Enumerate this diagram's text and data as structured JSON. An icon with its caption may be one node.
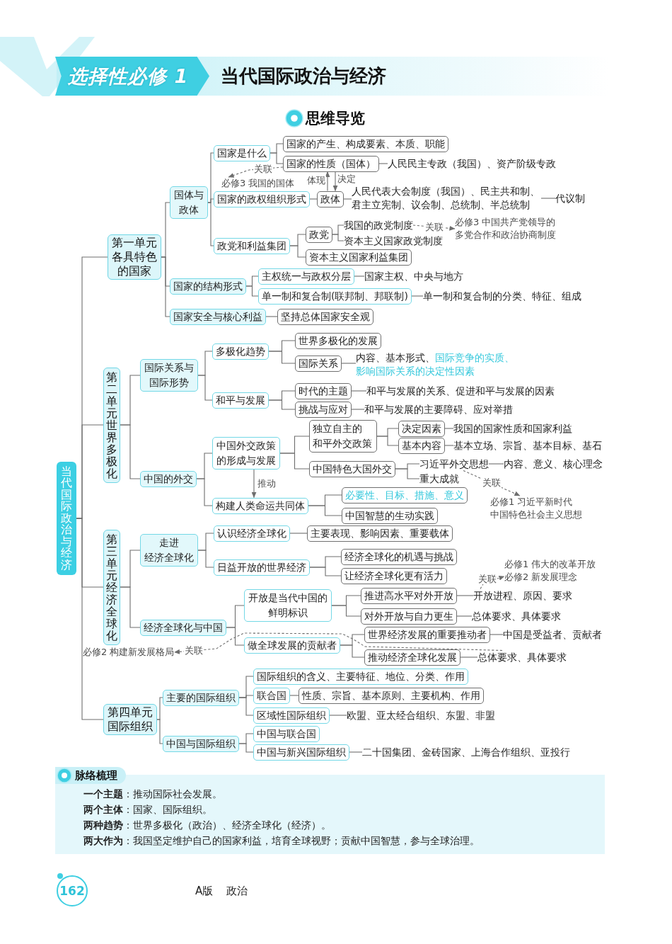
{
  "diagram": {
    "title": "当代国际政治与经济",
    "nodes": [
      {
        "text": [
          "当代国际政治与经济"
        ]
      },
      {
        "text": [
          "第一单元各具特色的国家"
        ]
      },
      {
        "text": [
          "国体与政体"
        ]
      },
      {
        "text": [
          "国家是什么"
        ]
      },
      {
        "text": [
          "国家的产生、构成要素、本质、职能"
        ]
      },
      {
        "text": [
          "国家的性质（国体）"
        ]
      },
      {
        "text": [
          "人民民主专政（我国）、资产阶级专政"
        ]
      },
      {
        "text": [
          "必修3 我国的国体"
        ]
      },
      {
        "text": [
          "国家的政权组织形式"
        ]
      },
      {
        "text": [
          "政体"
        ]
      },
      {
        "text": [
          "人民代表大会制度（我国）、民主共和制、君主立宪制、议会制、总统制、半总统制"
        ]
      },
      {
        "text": [
          "代议制"
        ]
      },
      {
        "text": [
          "政党和利益集团"
        ]
      },
      {
        "text": [
          "政党"
        ]
      },
      {
        "text": [
          "我国的政党制度"
        ]
      },
      {
        "text": [
          "必修3 中国共产党领导的多党合作和政治协商制度"
        ]
      },
      {
        "text": [
          "资本主义国家政党制度"
        ]
      },
      {
        "text": [
          "资本主义国家利益集团"
        ]
      },
      {
        "text": [
          "国家的结构形式"
        ]
      },
      {
        "text": [
          "主权统一与政权分层"
        ]
      },
      {
        "text": [
          "国家主权、中央与地方"
        ]
      },
      {
        "text": [
          "单一制和复合制(联邦制、邦联制)"
        ]
      },
      {
        "text": [
          "单一制和复合制的分类、特征、组成"
        ]
      },
      {
        "text": [
          "国家安全与核心利益"
        ]
      },
      {
        "text": [
          "坚持总体国家安全观"
        ]
      },
      {
        "text": [
          "第二单元世界多极化"
        ]
      },
      {
        "text": [
          "国际关系与国际形势"
        ]
      },
      {
        "text": [
          "多极化趋势"
        ]
      },
      {
        "text": [
          "世界多极化的发展"
        ]
      },
      {
        "text": [
          "国际关系"
        ]
      },
      {
        "text": [
          "内容、基本形式、",
          "国际竞争的实质、影响国际关系的决定性因素"
        ]
      },
      {
        "text": [
          "和平与发展"
        ]
      },
      {
        "text": [
          "时代的主题"
        ]
      },
      {
        "text": [
          "和平与发展的关系、促进和平与发展的因素"
        ]
      },
      {
        "text": [
          "挑战与应对"
        ]
      },
      {
        "text": [
          "和平与发展的主要障碍、应对举措"
        ]
      },
      {
        "text": [
          "中国的外交"
        ]
      },
      {
        "text": [
          "中国外交政策的形成与发展"
        ]
      },
      {
        "text": [
          "独立自主的和平外交政策"
        ]
      },
      {
        "text": [
          "决定因素"
        ]
      },
      {
        "text": [
          "我国的国家性质和国家利益"
        ]
      },
      {
        "text": [
          "基本内容"
        ]
      },
      {
        "text": [
          "基本立场、宗旨、基本目标、基石"
        ]
      },
      {
        "text": [
          "中国特色大国外交"
        ]
      },
      {
        "text": [
          "习近平外交思想"
        ]
      },
      {
        "text": [
          "内容、意义、核心理念"
        ]
      },
      {
        "text": [
          "必修1 习近平新时代中国特色社会主义思想"
        ]
      },
      {
        "text": [
          "重大成就"
        ]
      },
      {
        "text": [
          "构建人类命运共同体"
        ]
      },
      {
        "text": [
          "必要性、目标、措施、意义"
        ]
      },
      {
        "text": [
          "中国智慧的生动实践"
        ]
      },
      {
        "text": [
          "第三单元经济全球化"
        ]
      },
      {
        "text": [
          "走进经济全球化"
        ]
      },
      {
        "text": [
          "认识经济全球化"
        ]
      },
      {
        "text": [
          "主要表现、影响因素、重要载体"
        ]
      },
      {
        "text": [
          "日益开放的世界经济"
        ]
      },
      {
        "text": [
          "经济全球化的机遇与挑战"
        ]
      },
      {
        "text": [
          "让经济全球化更有活力"
        ]
      },
      {
        "text": [
          "经济全球化与中国"
        ]
      },
      {
        "text": [
          "开放是当代中国的鲜明标识"
        ]
      },
      {
        "text": [
          "推进高水平对外开放"
        ]
      },
      {
        "text": [
          "开放进程、原因、要求"
        ]
      },
      {
        "text": [
          "必修1 伟大的改革开放",
          "必修2 新发展理念"
        ]
      },
      {
        "text": [
          "对外开放与自力更生"
        ]
      },
      {
        "text": [
          "总体要求、具体要求"
        ]
      },
      {
        "text": [
          "做全球发展的贡献者"
        ]
      },
      {
        "text": [
          "世界经济发展的重要推动者"
        ]
      },
      {
        "text": [
          "中国是受益者、贡献者"
        ]
      },
      {
        "text": [
          "推动经济全球化发展"
        ]
      },
      {
        "text": [
          "总体要求、具体要求"
        ]
      },
      {
        "text": [
          "必修2 构建新发展格局"
        ]
      },
      {
        "text": [
          "第四单元国际组织"
        ]
      },
      {
        "text": [
          "主要的国际组织"
        ]
      },
      {
        "text": [
          "国际组织的含义、主要特征、地位、分类、作用"
        ]
      },
      {
        "text": [
          "联合国"
        ]
      },
      {
        "text": [
          "性质、宗旨、基本原则、主要机构、作用"
        ]
      },
      {
        "text": [
          "区域性国际组织"
        ]
      },
      {
        "text": [
          "欧盟、亚太经合组织、东盟、非盟"
        ]
      },
      {
        "text": [
          "中国与国际组织"
        ]
      },
      {
        "text": [
          "中国与联合国"
        ]
      },
      {
        "text": [
          "中国与新兴国际组织"
        ]
      },
      {
        "text": [
          "二十国集团、金砖国家、上海合作组织、亚投行"
        ]
      }
    ],
    "edges": [
      {
        "from": 0,
        "to": 1,
        "arrow": "none"
      },
      {
        "from": 0,
        "to": 25,
        "arrow": "none"
      },
      {
        "from": 0,
        "to": 51,
        "arrow": "none"
      },
      {
        "from": 0,
        "to": 71,
        "arrow": "none"
      },
      {
        "from": 1,
        "to": 2,
        "arrow": "none"
      },
      {
        "from": 1,
        "to": 18,
        "arrow": "none"
      },
      {
        "from": 1,
        "to": 23,
        "arrow": "none"
      },
      {
        "from": 2,
        "to": 3,
        "arrow": "none"
      },
      {
        "from": 2,
        "to": 8,
        "arrow": "none"
      },
      {
        "from": 2,
        "to": 12,
        "arrow": "none"
      },
      {
        "from": 3,
        "to": 4,
        "arrow": "none"
      },
      {
        "from": 3,
        "to": 5,
        "arrow": "none"
      },
      {
        "from": 5,
        "to": 6,
        "arrow": "none"
      },
      {
        "from": 5,
        "to": 7,
        "arrow": "to",
        "label": "关联",
        "style": "dashed"
      },
      {
        "from": 8,
        "to": 9,
        "arrow": "none"
      },
      {
        "from": 9,
        "to": 5,
        "arrow": "to",
        "label": "体现"
      },
      {
        "from": 5,
        "to": 9,
        "arrow": "to",
        "label": "决定"
      },
      {
        "from": 9,
        "to": 10,
        "arrow": "none"
      },
      {
        "from": 10,
        "to": 11,
        "arrow": "none"
      },
      {
        "from": 12,
        "to": 13,
        "arrow": "none"
      },
      {
        "from": 12,
        "to": 17,
        "arrow": "none"
      },
      {
        "from": 13,
        "to": 14,
        "arrow": "none"
      },
      {
        "from": 13,
        "to": 16,
        "arrow": "none"
      },
      {
        "from": 14,
        "to": 15,
        "arrow": "to",
        "label": "关联",
        "style": "dashed"
      },
      {
        "from": 18,
        "to": 19,
        "arrow": "none"
      },
      {
        "from": 18,
        "to": 21,
        "arrow": "none"
      },
      {
        "from": 19,
        "to": 20,
        "arrow": "none"
      },
      {
        "from": 21,
        "to": 22,
        "arrow": "none"
      },
      {
        "from": 23,
        "to": 24,
        "arrow": "none"
      },
      {
        "from": 25,
        "to": 26,
        "arrow": "none"
      },
      {
        "from": 25,
        "to": 36,
        "arrow": "none"
      },
      {
        "from": 26,
        "to": 27,
        "arrow": "none"
      },
      {
        "from": 26,
        "to": 31,
        "arrow": "none"
      },
      {
        "from": 27,
        "to": 28,
        "arrow": "none"
      },
      {
        "from": 27,
        "to": 29,
        "arrow": "none"
      },
      {
        "from": 29,
        "to": 30,
        "arrow": "none"
      },
      {
        "from": 31,
        "to": 32,
        "arrow": "none"
      },
      {
        "from": 31,
        "to": 34,
        "arrow": "none"
      },
      {
        "from": 32,
        "to": 33,
        "arrow": "none"
      },
      {
        "from": 34,
        "to": 35,
        "arrow": "none"
      },
      {
        "from": 36,
        "to": 37,
        "arrow": "none"
      },
      {
        "from": 36,
        "to": 48,
        "arrow": "none"
      },
      {
        "from": 37,
        "to": 38,
        "arrow": "none"
      },
      {
        "from": 37,
        "to": 43,
        "arrow": "none"
      },
      {
        "from": 38,
        "to": 39,
        "arrow": "none"
      },
      {
        "from": 38,
        "to": 41,
        "arrow": "none"
      },
      {
        "from": 39,
        "to": 40,
        "arrow": "none"
      },
      {
        "from": 41,
        "to": 42,
        "arrow": "none"
      },
      {
        "from": 43,
        "to": 44,
        "arrow": "none"
      },
      {
        "from": 43,
        "to": 47,
        "arrow": "none"
      },
      {
        "from": 44,
        "to": 45,
        "arrow": "none"
      },
      {
        "from": 44,
        "to": 46,
        "arrow": "to",
        "label": "关联",
        "style": "dashed"
      },
      {
        "from": 37,
        "to": 48,
        "arrow": "to",
        "label": "推动"
      },
      {
        "from": 48,
        "to": 49,
        "arrow": "none"
      },
      {
        "from": 48,
        "to": 50,
        "arrow": "none"
      },
      {
        "from": 51,
        "to": 52,
        "arrow": "none"
      },
      {
        "from": 51,
        "to": 58,
        "arrow": "none"
      },
      {
        "from": 52,
        "to": 53,
        "arrow": "none"
      },
      {
        "from": 52,
        "to": 55,
        "arrow": "none"
      },
      {
        "from": 53,
        "to": 54,
        "arrow": "none"
      },
      {
        "from": 55,
        "to": 56,
        "arrow": "none"
      },
      {
        "from": 55,
        "to": 57,
        "arrow": "none"
      },
      {
        "from": 58,
        "to": 59,
        "arrow": "none"
      },
      {
        "from": 58,
        "to": 65,
        "arrow": "none"
      },
      {
        "from": 59,
        "to": 60,
        "arrow": "none"
      },
      {
        "from": 59,
        "to": 63,
        "arrow": "none"
      },
      {
        "from": 60,
        "to": 61,
        "arrow": "none"
      },
      {
        "from": 61,
        "to": 62,
        "arrow": "to",
        "label": "关联",
        "style": "dashed"
      },
      {
        "from": 63,
        "to": 64,
        "arrow": "none"
      },
      {
        "from": 65,
        "to": 66,
        "arrow": "none"
      },
      {
        "from": 65,
        "to": 68,
        "arrow": "none"
      },
      {
        "from": 66,
        "to": 67,
        "arrow": "none"
      },
      {
        "from": 68,
        "to": 69,
        "arrow": "none"
      },
      {
        "from": 69,
        "to": 70,
        "arrow": "to",
        "label": "关联",
        "style": "dashed"
      },
      {
        "from": 71,
        "to": 72,
        "arrow": "none"
      },
      {
        "from": 71,
        "to": 78,
        "arrow": "none"
      },
      {
        "from": 72,
        "to": 73,
        "arrow": "none"
      },
      {
        "from": 72,
        "to": 74,
        "arrow": "none"
      },
      {
        "from": 72,
        "to": 76,
        "arrow": "none"
      },
      {
        "from": 74,
        "to": 75,
        "arrow": "none"
      },
      {
        "from": 76,
        "to": 77,
        "arrow": "none"
      },
      {
        "from": 78,
        "to": 79,
        "arrow": "none"
      },
      {
        "from": 78,
        "to": 80,
        "arrow": "none"
      },
      {
        "from": 80,
        "to": 81,
        "arrow": "none"
      }
    ],
    "labels": [
      "选择性必修 1",
      "思维导览",
      "脉络梳理",
      "**一个主题**：推动国际社会发展。",
      "**两个主体**：国家、国际组织。",
      "**两种趋势**：世界多极化（政治）、经济全球化（经济）。",
      "**两大作为**：我国坚定维护自己的国家利益，培育全球视野；贡献中国智慧，参与全球治理。",
      "162",
      "A版",
      "政治"
    ]
  }
}
